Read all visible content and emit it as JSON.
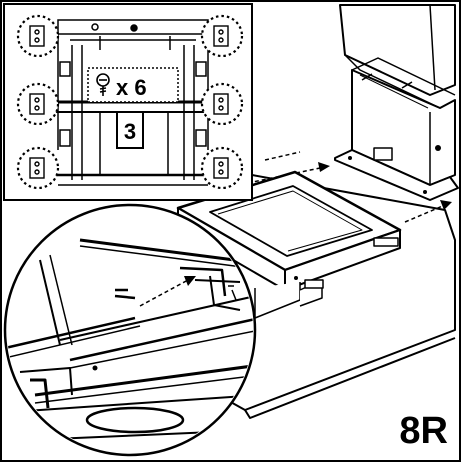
{
  "step_label": "8R",
  "callout": {
    "screw_count": "x 6",
    "screw_icon": "screw-icon",
    "step_box_number": "3"
  },
  "colors": {
    "ink": "#000000",
    "paper": "#ffffff"
  }
}
